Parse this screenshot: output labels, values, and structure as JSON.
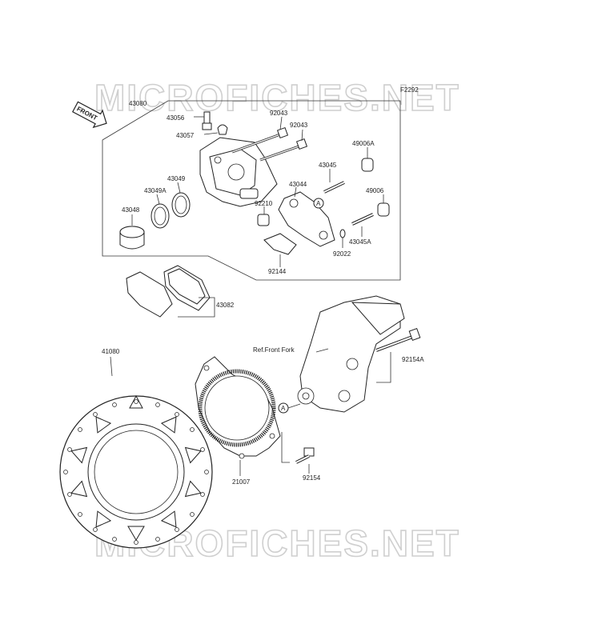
{
  "watermark": "MICROFICHES.NET",
  "figure_code": "F2292",
  "front_label": "FRONT",
  "ref_label": "Ref.Front Fork",
  "callout_letter": "A",
  "parts": {
    "p43080": "43080",
    "p43056": "43056",
    "p43057": "43057",
    "p92043a": "92043",
    "p92043b": "92043",
    "p49006A": "49006A",
    "p43045": "43045",
    "p43049": "43049",
    "p43049A": "43049A",
    "p43044": "43044",
    "p49006": "49006",
    "p43048": "43048",
    "p92210": "92210",
    "p43045A": "43045A",
    "p92022": "92022",
    "p92144": "92144",
    "p43082": "43082",
    "p41080": "41080",
    "p92154A": "92154A",
    "p21007": "21007",
    "p92154": "92154"
  }
}
